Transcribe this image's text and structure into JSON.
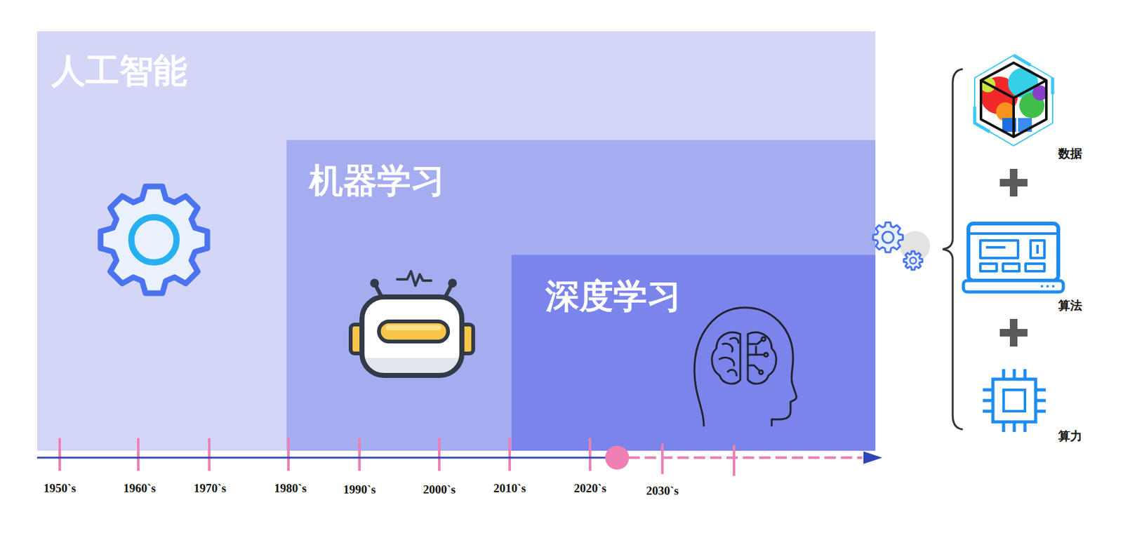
{
  "diagram": {
    "nodes": [
      {
        "text": [
          "人工智能"
        ]
      },
      {
        "text": [
          "机器学习"
        ],
        "in": 0
      },
      {
        "text": [
          "深度学习"
        ],
        "in": 1
      }
    ],
    "labels": [
      "1950`s",
      "1960`s",
      "1970`s",
      "1980`s",
      "1990`s",
      "2000`s",
      "2010`s",
      "2020`s",
      "2030`s",
      "数据",
      "算法",
      "算力"
    ]
  }
}
